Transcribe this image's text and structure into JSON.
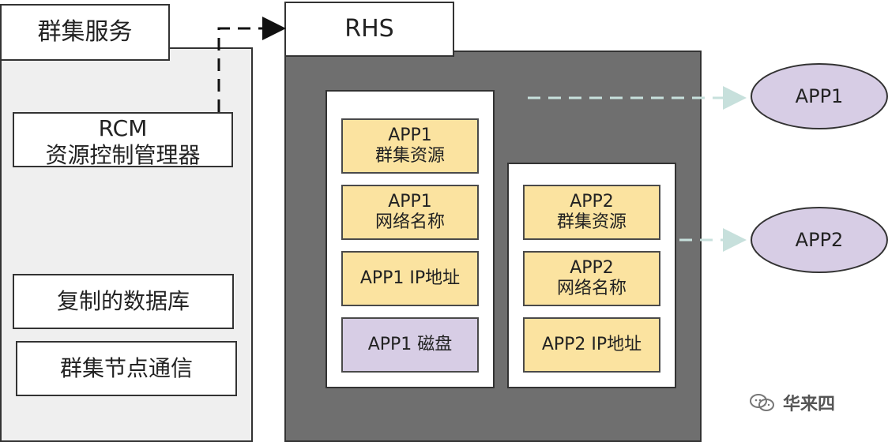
{
  "left_panel": {
    "title": "群集服务",
    "rcm": "RCM\n资源控制管理器",
    "db": "复制的数据库",
    "comm": "群集节点通信"
  },
  "rhs": {
    "title": "RHS",
    "app1_resources": [
      "APP1\n群集资源",
      "APP1\n网络名称",
      "APP1 IP地址",
      "APP1 磁盘"
    ],
    "app2_resources": [
      "APP2\n群集资源",
      "APP2\n网络名称",
      "APP2 IP地址"
    ]
  },
  "nodes": {
    "app1": "APP1",
    "app2": "APP2"
  },
  "watermark": {
    "text": "华来四",
    "icon": "wechat-icon"
  },
  "colors": {
    "gold": "#fbe3a0",
    "lavender": "#d7cde5",
    "dark_gray": "#6f6f6f",
    "light_gray": "#efefef"
  }
}
